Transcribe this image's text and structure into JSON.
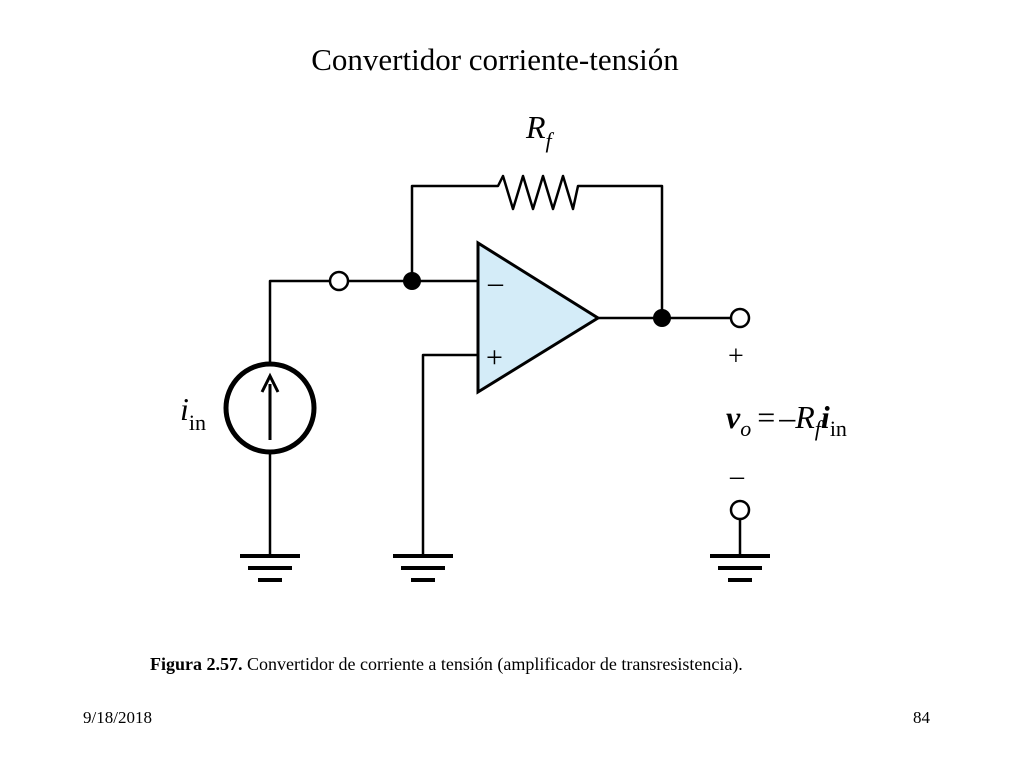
{
  "slide": {
    "title": "Convertidor corriente-tensión",
    "footer_date": "9/18/2018",
    "page_number": "84"
  },
  "figure": {
    "caption_label": "Figura 2.57.",
    "caption_text": "Convertidor de corriente a tensión (amplificador de transresistencia).",
    "opamp_fill": "#d4ecf8",
    "labels": {
      "rf_main": "R",
      "rf_sub": "f",
      "iin_main": "i",
      "iin_sub": "in",
      "opamp_minus": "–",
      "opamp_plus": "+",
      "out_plus": "+",
      "out_minus": "–",
      "eq_v": "v",
      "eq_v_sub": "o",
      "eq_equals": "=",
      "eq_neg": "–",
      "eq_r": "R",
      "eq_r_sub": "f",
      "eq_i": "i",
      "eq_i_sub": "in"
    }
  }
}
